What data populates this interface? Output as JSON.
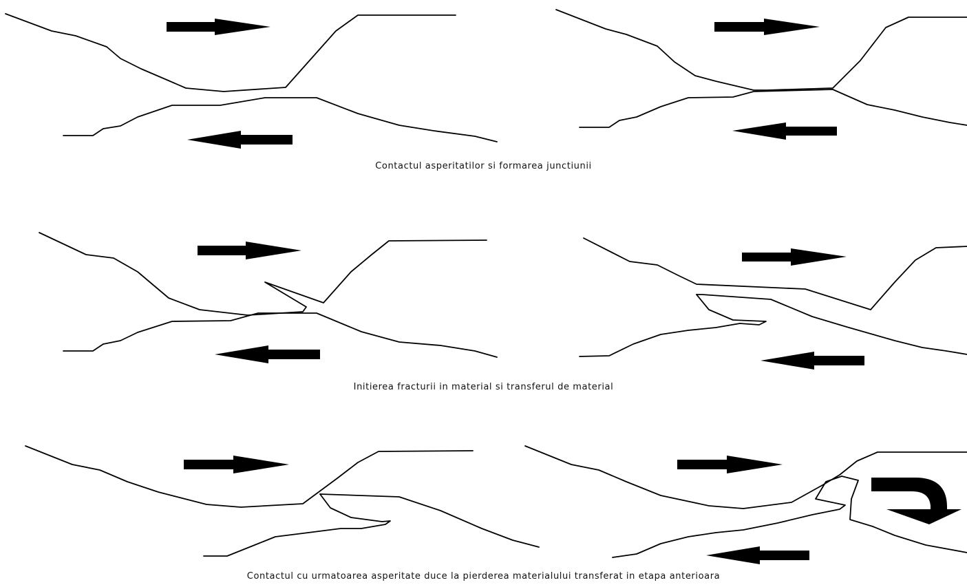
{
  "captions": {
    "row1": "Contactul asperitatilor si formarea junctiunii",
    "row2": "Initierea fracturii in material si transferul de material",
    "row3": "Contactul cu urmatoarea asperitate duce la pierderea materialului transferat in etapa anterioara"
  },
  "colors": {
    "ink": "#000000",
    "background": "#ffffff"
  },
  "icons": [
    "arrow-right-icon",
    "arrow-left-icon",
    "curved-arrow-down-icon"
  ]
}
